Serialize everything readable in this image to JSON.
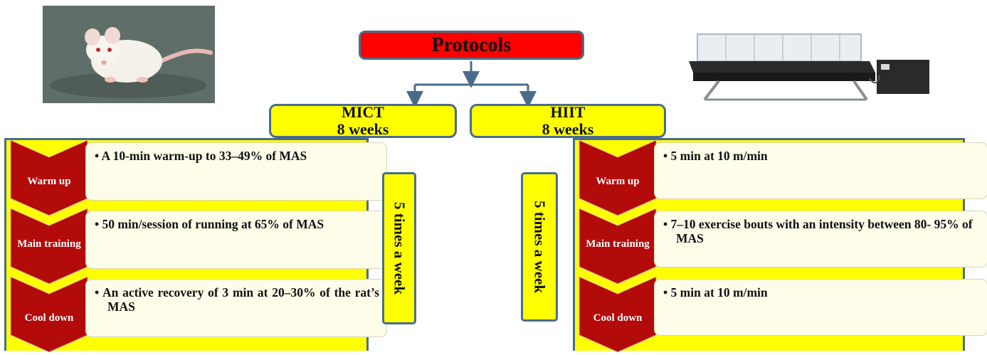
{
  "title": "Protocols",
  "colors": {
    "title_fill": "#ff0000",
    "box_fill": "#ffff00",
    "border": "#4a6c8c",
    "chevron": "#b30a0a",
    "step_fill": "#fefde9"
  },
  "images": {
    "left": "white rat photo",
    "right": "rodent treadmill photo"
  },
  "mict": {
    "name": "MICT",
    "duration": "8 weeks",
    "frequency": "5 times a week",
    "steps": [
      {
        "phase": "Warm up",
        "text": "A 10-min warm-up to 33–49% of MAS"
      },
      {
        "phase": "Main training",
        "text": "50 min/session of running at 65% of MAS"
      },
      {
        "phase": "Cool down",
        "text": "An active recovery of 3 min at 20–30% of the rat’s MAS"
      }
    ]
  },
  "hiit": {
    "name": "HIIT",
    "duration": "8 weeks",
    "frequency": "5 times a week",
    "steps": [
      {
        "phase": "Warm up",
        "text": "5 min at 10 m/min"
      },
      {
        "phase": "Main training",
        "text": "7–10 exercise bouts with an intensity between 80- 95% of MAS"
      },
      {
        "phase": "Cool down",
        "text": "5 min at 10 m/min"
      }
    ]
  }
}
